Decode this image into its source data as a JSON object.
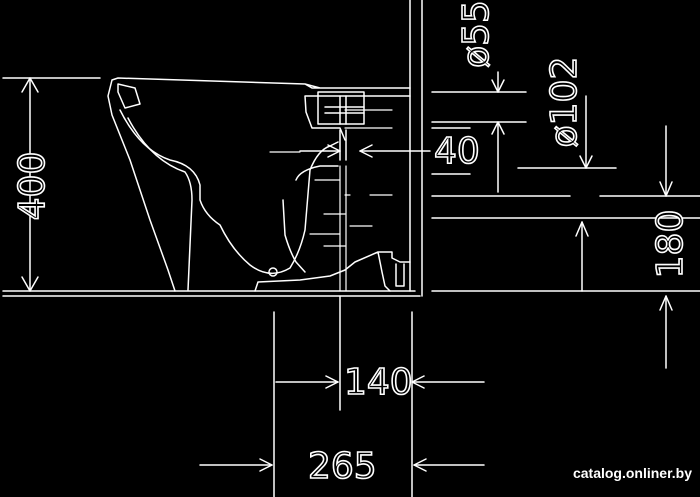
{
  "drawing": {
    "dimensions": {
      "height_400": "400",
      "diameter_55": "ø55",
      "diameter_102": "ø102",
      "offset_40": "40",
      "height_180": "180",
      "width_140": "140",
      "width_265": "265"
    }
  },
  "watermark": "catalog.onliner.by",
  "colors": {
    "background": "#000000",
    "line": "#ffffff"
  }
}
